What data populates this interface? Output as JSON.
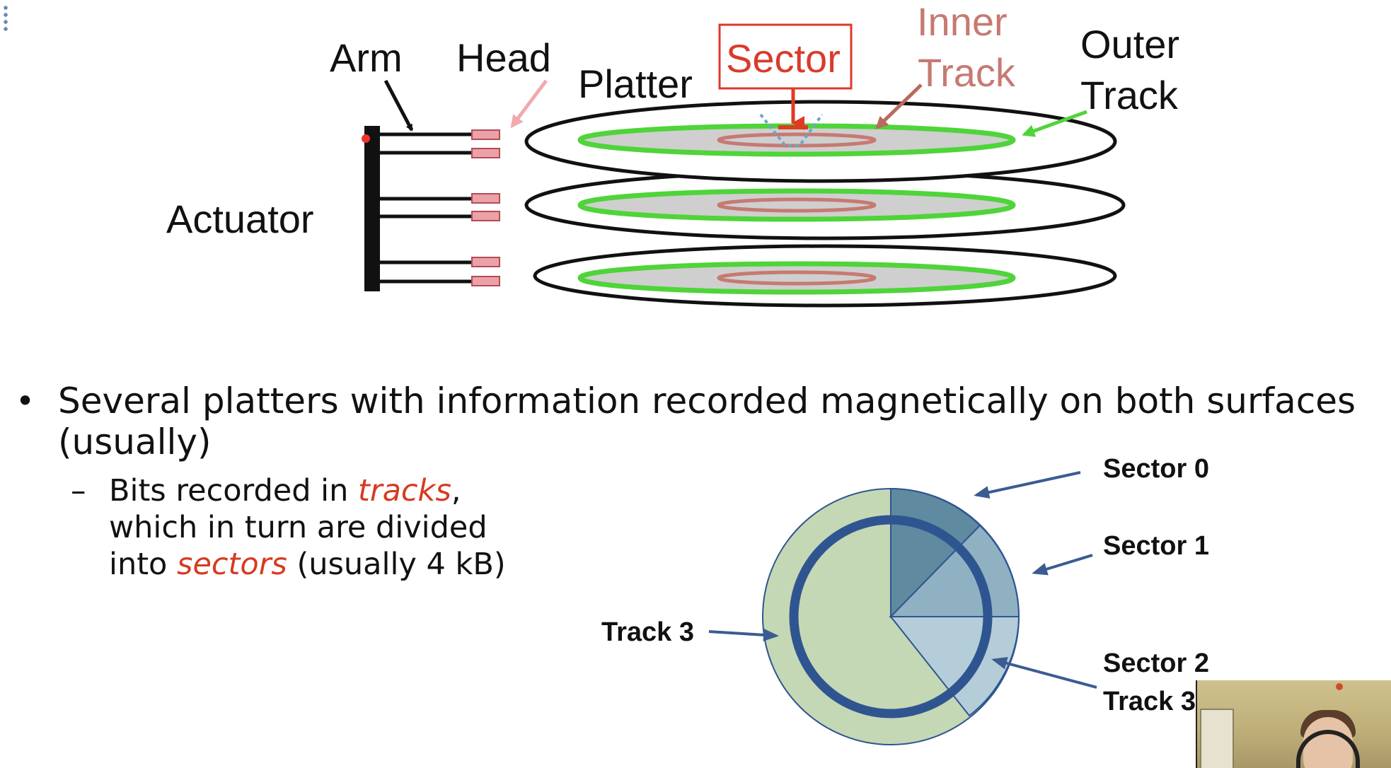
{
  "disk_diagram": {
    "labels": {
      "arm": "Arm",
      "head": "Head",
      "platter": "Platter",
      "sector": "Sector",
      "inner_track_line1": "Inner",
      "inner_track_line2": "Track",
      "outer_track_line1": "Outer",
      "outer_track_line2": "Track",
      "actuator": "Actuator"
    }
  },
  "bullets": {
    "main": "Several platters with information recorded magnetically on both surfaces (usually)",
    "main_line1": "Several platters with information recorded magnetically on both surfaces",
    "main_line2": "(usually)",
    "sub_dash": "–",
    "sub_part1": "Bits recorded in ",
    "sub_em1": "tracks",
    "sub_part2": ",",
    "sub_line2": "which in turn are divided",
    "sub_part3": "into ",
    "sub_em2": "sectors",
    "sub_part4": " (usually 4 kB)"
  },
  "pie_diagram": {
    "labels": {
      "sector0": "Sector 0",
      "sector1": "Sector 1",
      "sector2": "Sector 2",
      "track3_right": "Track 3",
      "track3_left": "Track 3"
    },
    "colors": {
      "outer_fill": "#c5d8b5",
      "sector0": "#5f8aa0",
      "sector1": "#8fb1c2",
      "sector2": "#b4cdd8",
      "track_ring": "#2f5591",
      "arrow": "#3a5c92"
    }
  }
}
